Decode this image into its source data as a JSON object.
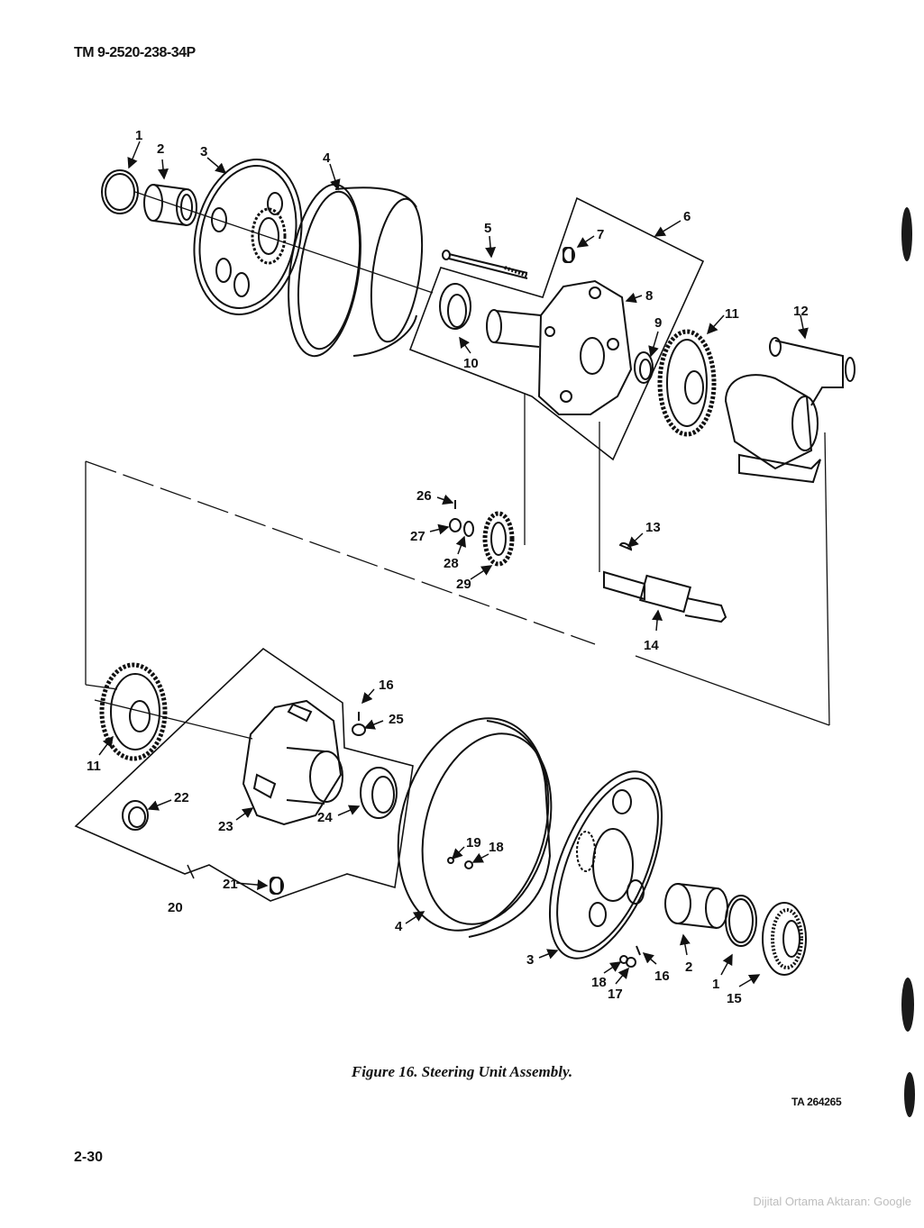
{
  "header": {
    "tm_number": "TM 9-2520-238-34P"
  },
  "figure": {
    "caption": "Figure 16. Steering Unit Assembly.",
    "code": "TA 264265"
  },
  "page": {
    "number": "2-30"
  },
  "watermark": {
    "text": "Dijital Ortama Aktaran: Google"
  },
  "callouts": {
    "c1a": "1",
    "c2a": "2",
    "c3a": "3",
    "c4a": "4",
    "c5": "5",
    "c6": "6",
    "c7": "7",
    "c8": "8",
    "c9": "9",
    "c10": "10",
    "c11a": "11",
    "c12": "12",
    "c13": "13",
    "c14": "14",
    "c26": "26",
    "c27": "27",
    "c28": "28",
    "c29": "29",
    "c11b": "11",
    "c16a": "16",
    "c25": "25",
    "c22": "22",
    "c23": "23",
    "c24": "24",
    "c19": "19",
    "c18a": "18",
    "c21": "21",
    "c20": "20",
    "c4b": "4",
    "c3b": "3",
    "c18b": "18",
    "c17": "17",
    "c16b": "16",
    "c2b": "2",
    "c1b": "1",
    "c15": "15"
  },
  "colors": {
    "ink": "#111111",
    "paper": "#ffffff",
    "watermark": "#bdbdbd"
  }
}
